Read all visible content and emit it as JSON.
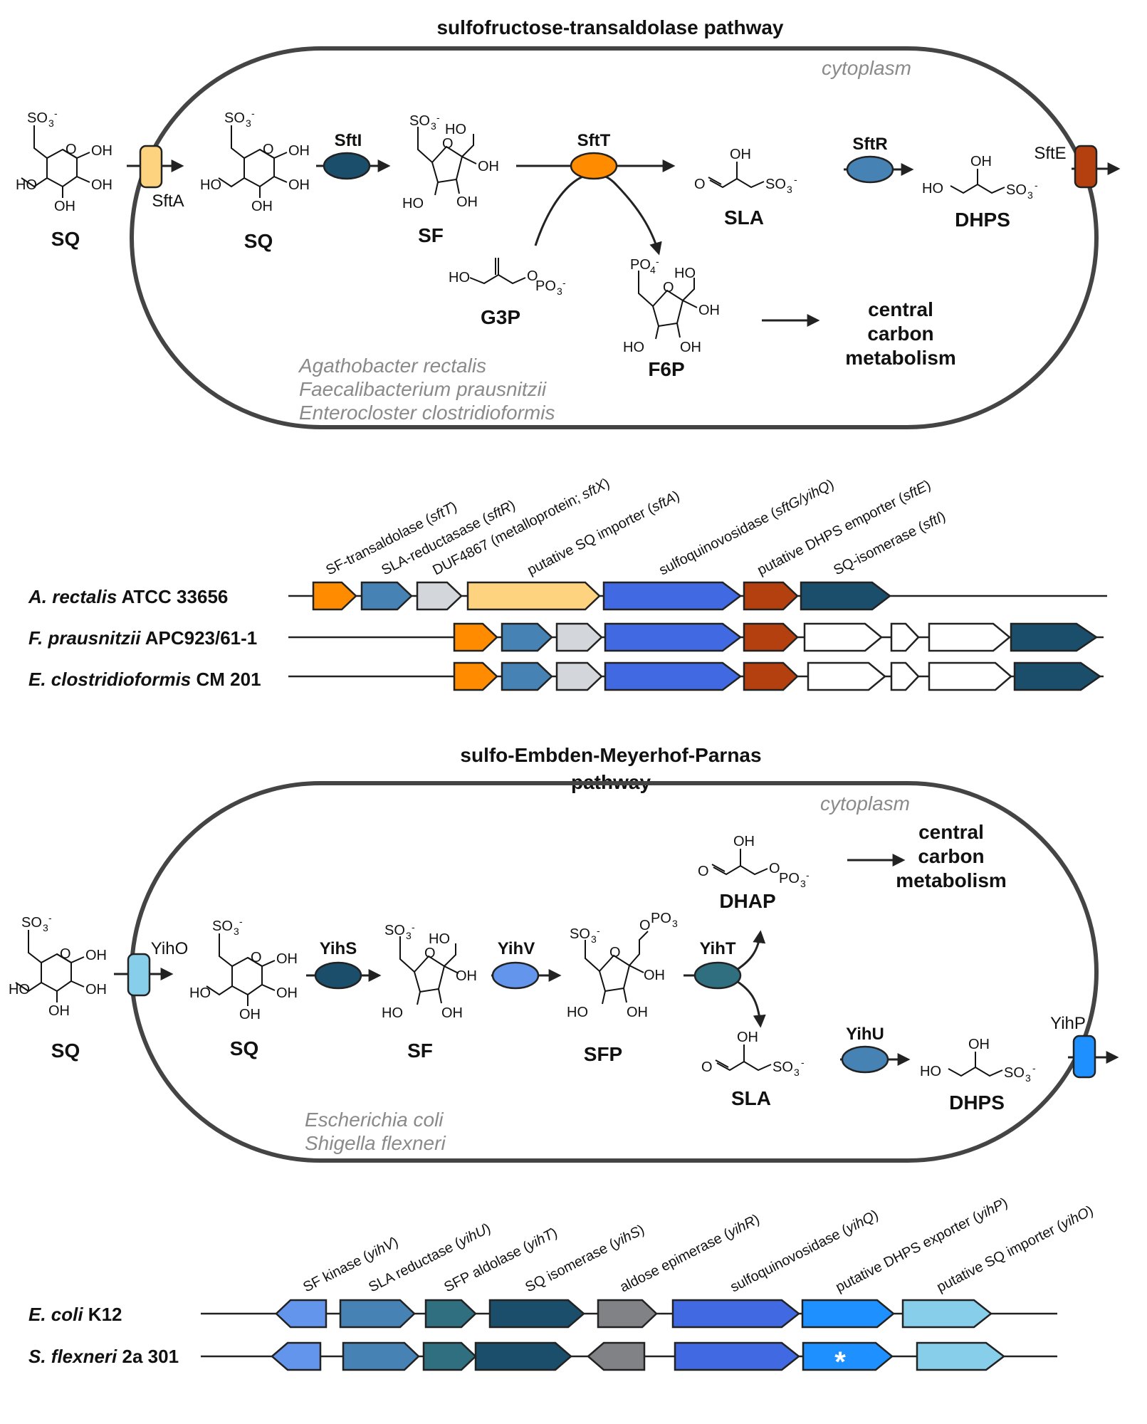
{
  "panel1": {
    "title": "sulfofructose-transaldolase pathway",
    "compartment": "cytoplasm",
    "organisms": [
      "Agathobacter rectalis",
      "Faecalibacterium prausnitzii",
      "Enterocloster clostridioformis"
    ],
    "metabolites": {
      "sq_out": "SQ",
      "sq_in": "SQ",
      "sf": "SF",
      "sla": "SLA",
      "dhps": "DHPS",
      "g3p": "G3P",
      "f6p": "F6P",
      "central_1": "central",
      "central_2": "carbon",
      "central_3": "metabolism"
    },
    "transporters": {
      "importer": "SftA",
      "exporter": "SftE"
    },
    "enzymes": {
      "isomerase": "SftI",
      "transaldolase": "SftT",
      "reductase": "SftR"
    },
    "enzyme_colors": {
      "SftA": "#fdd37f",
      "SftI": "#1a4e6b",
      "SftT": "#ff8c00",
      "SftR": "#4682b4",
      "SftE": "#b5400f"
    },
    "gene_labels": [
      {
        "text": "SF-transaldolase (",
        "gene": "sftT",
        "close": ")"
      },
      {
        "text": "SLA-reductasase (",
        "gene": "sftR",
        "close": ")"
      },
      {
        "text": "DUF4867 (metalloprotein; ",
        "gene": "sftX",
        "close": ")"
      },
      {
        "text": "putative SQ importer (",
        "gene": "sftA",
        "close": ")"
      },
      {
        "text": "sulfoquinovosidase (",
        "gene": "sftG/yihQ",
        "close": ")"
      },
      {
        "text": "putative DHPS emporter (",
        "gene": "sftE",
        "close": ")"
      },
      {
        "text": "SQ-isomerase (",
        "gene": "sftI",
        "close": ")"
      }
    ],
    "strains": [
      {
        "genus": "A. rectalis",
        "strain": " ATCC 33656"
      },
      {
        "genus": "F. prausnitzii",
        "strain": " APC923/61-1"
      },
      {
        "genus": "E. clostridioformis",
        "strain": " CM 201"
      }
    ]
  },
  "panel2": {
    "title_1": "sulfo-Embden-Meyerhof-Parnas",
    "title_2": "pathway",
    "compartment": "cytoplasm",
    "organisms": [
      "Escherichia coli",
      "Shigella flexneri"
    ],
    "metabolites": {
      "sq_out": "SQ",
      "sq_in": "SQ",
      "sf": "SF",
      "sfp": "SFP",
      "dhap": "DHAP",
      "sla": "SLA",
      "dhps": "DHPS",
      "central_1": "central",
      "central_2": "carbon",
      "central_3": "metabolism"
    },
    "transporters": {
      "importer": "YihO",
      "exporter": "YihP"
    },
    "enzymes": {
      "isomerase": "YihS",
      "kinase": "YihV",
      "aldolase": "YihT",
      "reductase": "YihU"
    },
    "enzyme_colors": {
      "YihO": "#87ceeb",
      "YihS": "#1a4e6b",
      "YihV": "#6495ed",
      "YihT": "#2f6f7f",
      "YihU": "#4682b4",
      "YihP": "#1e90ff"
    },
    "gene_labels": [
      {
        "text": "SF kinase (",
        "gene": "yihV",
        "close": ")"
      },
      {
        "text": "SLA reductase (",
        "gene": "yihU",
        "close": ")"
      },
      {
        "text": "SFP aldolase (",
        "gene": "yihT",
        "close": ")"
      },
      {
        "text": "SQ isomerase (",
        "gene": "yihS",
        "close": ")"
      },
      {
        "text": "aldose epimerase (",
        "gene": "yihR",
        "close": ")"
      },
      {
        "text": "sulfoquinovosidase (",
        "gene": "yihQ",
        "close": ")"
      },
      {
        "text": "putative DHPS exporter (",
        "gene": "yihP",
        "close": ")"
      },
      {
        "text": "putative SQ importer (",
        "gene": "yihO",
        "close": ")"
      }
    ],
    "strains": [
      {
        "genus": "E. coli",
        "strain": " K12"
      },
      {
        "genus": "S. flexneri",
        "strain": " 2a 301"
      }
    ],
    "mutation_mark": "*"
  },
  "chem": {
    "so3": "SO",
    "sub3": "3",
    "minus": "-",
    "oh": "OH",
    "ho": "HO",
    "o": "O",
    "po3": "PO",
    "po4": "PO",
    "sub4": "4"
  }
}
